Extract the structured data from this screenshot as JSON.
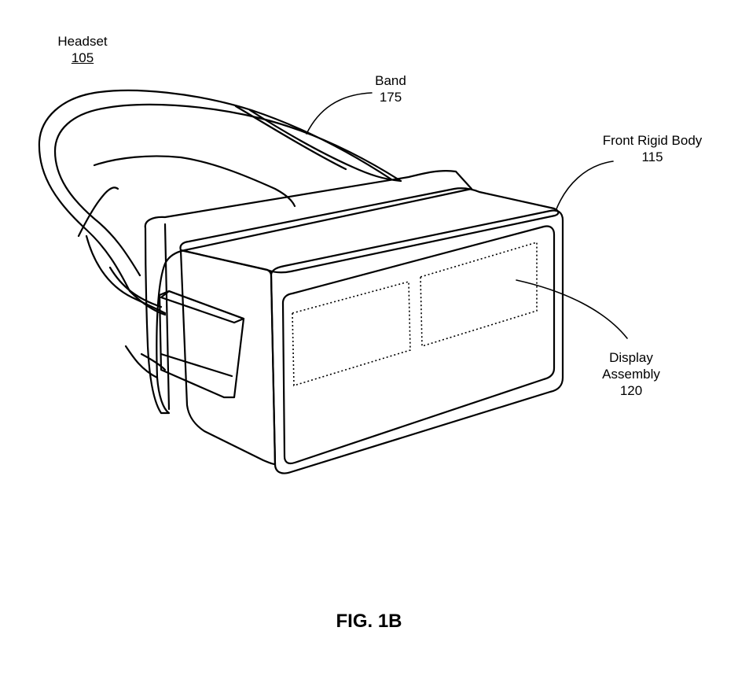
{
  "labels": {
    "headset": {
      "name": "Headset",
      "ref": "105"
    },
    "band": {
      "name": "Band",
      "ref": "175"
    },
    "front_rigid_body": {
      "name": "Front Rigid Body",
      "ref": "115"
    },
    "display_assembly": {
      "line1": "Display",
      "line2": "Assembly",
      "ref": "120"
    }
  },
  "caption": "FIG. 1B"
}
